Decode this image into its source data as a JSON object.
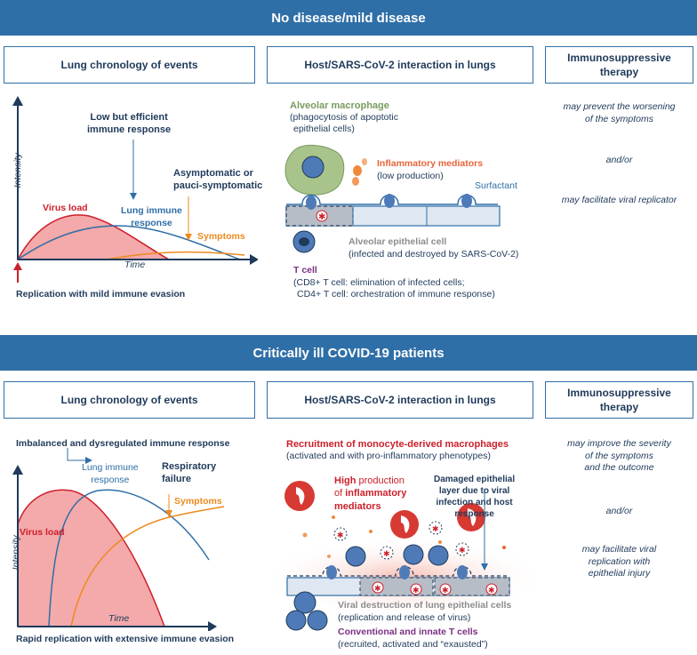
{
  "top": {
    "banner": "No disease/mild disease",
    "headers": {
      "chronology": "Lung chronology of events",
      "interaction": "Host/SARS-CoV-2 interaction in lungs",
      "therapy_line1": "Immunosuppressive",
      "therapy_line2": "therapy"
    },
    "chart": {
      "intensity": "Intensity",
      "time": "Time",
      "virus_load": "Virus load",
      "immune_l1": "Low but efficient",
      "immune_l2": "immune response",
      "lung_l1": "Lung immune",
      "lung_l2": "response",
      "asym_l1": "Asymptomatic or",
      "asym_l2": "pauci-symptomatic",
      "symptoms": "Symptoms",
      "footer": "Replication with mild immune evasion"
    },
    "interaction": {
      "macrophage_title": "Alveolar macrophage",
      "macrophage_l1": "(phagocytosis of apoptotic",
      "macrophage_l2": "epithelial cells)",
      "mediators_title": "Inflammatory mediators",
      "mediators_sub": "(low production)",
      "surfactant": "Surfactant",
      "epi_title": "Alveolar epithelial cell",
      "epi_sub": "(infected and destroyed by SARS-CoV-2)",
      "tcell_title": "T cell",
      "tcell_l1": "(CD8+ T cell: elimination of infected cells;",
      "tcell_l2": "CD4+ T cell: orchestration of immune response)"
    },
    "therapy": {
      "l1": "may prevent the worsening",
      "l2": "of the symptoms",
      "andor": "and/or",
      "l3": "may facilitate viral replicator"
    }
  },
  "bottom": {
    "banner": "Critically ill COVID-19 patients",
    "headers": {
      "chronology": "Lung chronology of events",
      "interaction": "Host/SARS-CoV-2 interaction in lungs",
      "therapy_line1": "Immunosuppressive",
      "therapy_line2": "therapy"
    },
    "chart": {
      "imbalanced": "Imbalanced and dysregulated immune response",
      "lung_l1": "Lung immune",
      "lung_l2": "response",
      "resp_l1": "Respiratory",
      "resp_l2": "failure",
      "symptoms": "Symptoms",
      "virus_load": "Virus load",
      "intensity": "Intensity",
      "time": "Time",
      "footer": "Rapid replication with extensive immune evasion"
    },
    "interaction": {
      "recruit_title": "Recruitment of monocyte-derived macrophages",
      "recruit_sub": "(activated and with pro-inflammatory phenotypes)",
      "high_bold": "High",
      "high_rest": " production",
      "of": "of ",
      "inflammatory": "inflammatory",
      "mediators": "mediators",
      "damaged_l1": "Damaged epithelial",
      "damaged_l2": "layer due to viral",
      "damaged_l3": "infection and host",
      "damaged_l4": "response",
      "viral_title": "Viral destruction of lung epithelial cells",
      "viral_sub": "(replication and release of virus)",
      "conv_title": "Conventional and innate T cells",
      "conv_sub": "(recruited, activated and “exausted”)"
    },
    "therapy": {
      "l1": "may improve the severity",
      "l2": "of the symptoms",
      "l3": "and the outcome",
      "andor": "and/or",
      "l4": "may facilitate viral",
      "l5": "replication with",
      "l6": "epithelial injury"
    }
  },
  "colors": {
    "banner": "#2f6fa7",
    "navy": "#1f3a5a",
    "virus_red": "#cc1f2b",
    "virus_fill": "#f4a9aa",
    "immune_blue": "#2f6fa7",
    "symptoms_orange": "#ec8b1e",
    "macrophage_green": "#7a9b5e",
    "tcell_purple": "#7b2f83"
  }
}
